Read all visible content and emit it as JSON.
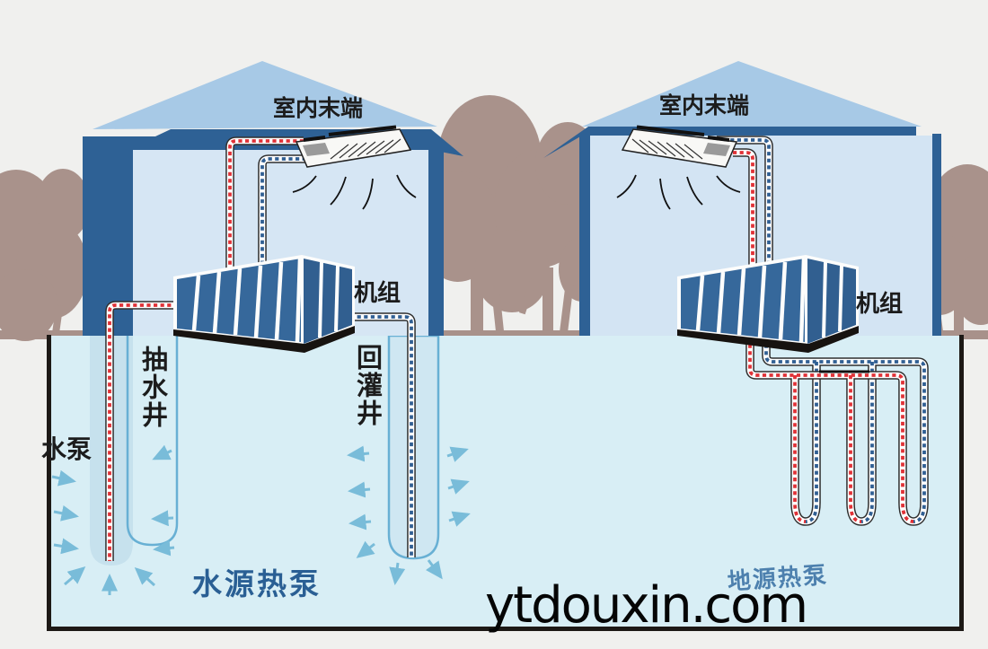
{
  "diagram": {
    "left_system": {
      "name": "水源热泵",
      "indoor_terminal": "室内末端",
      "unit": "机组",
      "water_pump": "水泵",
      "extraction_well": "抽水井",
      "recharge_well": "回灌井"
    },
    "right_system": {
      "name": "地源热泵",
      "indoor_terminal": "室内末端",
      "unit": "机组"
    },
    "watermark": "ytdouxin.com"
  },
  "colors": {
    "background": "#f0f0ee",
    "tree_silhouette": "#a9928b",
    "roof_blue": "#a7c9e6",
    "house_dark_blue": "#2e6195",
    "interior_blue": "#d6e6f4",
    "underground_blue": "#d8eef5",
    "well_bore_blue": "#c6e1ed",
    "well_casing_stroke": "#68b0d4",
    "arrow_blue": "#79bcd9",
    "hot_pipe_red": "#e03237",
    "cold_pipe_blue": "#305f93",
    "pipe_outline": "#2f2f2f",
    "unit_slat_blue": "#36689b",
    "box_border_black": "#1d1916",
    "water_source_label_blue": "#2a5f94",
    "ground_source_label_blue": "#4d80ae"
  },
  "icons": {
    "ceiling_cassette": "tilted indoor fan-coil panel with airflow curves",
    "heat_pump_unit": "striped 3D unit box on black base",
    "hot_pipe": "red dotted pipe",
    "cold_pipe": "blue dotted pipe",
    "flow_arrow": "small light-blue arrow",
    "u_loop": "vertical ground heat-exchanger U tube"
  }
}
